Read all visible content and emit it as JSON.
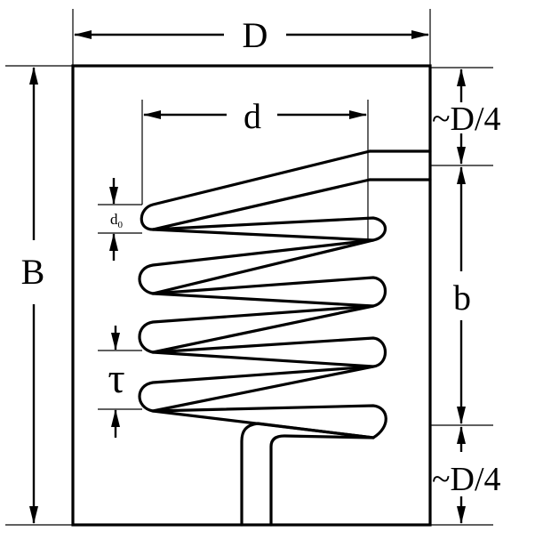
{
  "labels": {
    "outer_diameter": "D",
    "coil_diameter": "d",
    "height": "B",
    "coil_height": "b",
    "pitch": "τ",
    "tube_diameter_main": "d",
    "tube_diameter_sub": "0",
    "clearance_top": "~D/4",
    "clearance_bottom": "~D/4"
  }
}
